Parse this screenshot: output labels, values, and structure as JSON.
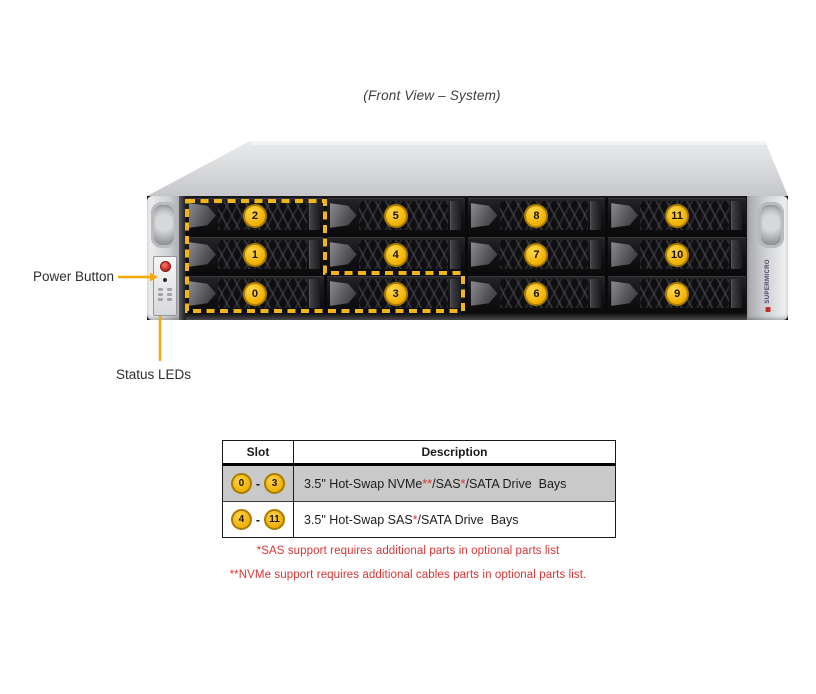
{
  "title": "(Front View – System)",
  "callouts": {
    "power_button": "Power Button",
    "status_leds": "Status LEDs"
  },
  "chassis": {
    "brand": "SUPERMICRO",
    "highlight_color": "#F2B618",
    "bay_labels": [
      "2",
      "5",
      "8",
      "11",
      "1",
      "4",
      "7",
      "10",
      "0",
      "3",
      "6",
      "9"
    ]
  },
  "table": {
    "headers": [
      "Slot",
      "Description"
    ],
    "rows": [
      {
        "slot_from": "0",
        "sep": "-",
        "slot_to": "3",
        "desc": [
          "3.5\" Hot-Swap NVMe",
          "**",
          "/SAS",
          "*",
          "/SATA Drive  Bays"
        ]
      },
      {
        "slot_from": "4",
        "sep": "-",
        "slot_to": "11",
        "desc": [
          "3.5\" Hot-Swap SAS",
          "*",
          "/SATA Drive  Bays"
        ]
      }
    ]
  },
  "footnotes": [
    "*SAS support requires additional parts in optional parts list",
    "**NVMe support requires additional cables parts in optional parts list."
  ],
  "colors": {
    "accent_orange": "#F5A80C",
    "highlight_yellow": "#F2B618",
    "badge_fill": "#F5B917",
    "badge_ring": "#A87C00",
    "footnote_red": "#DD3333",
    "table_row_gray": "#C9C9C9"
  }
}
